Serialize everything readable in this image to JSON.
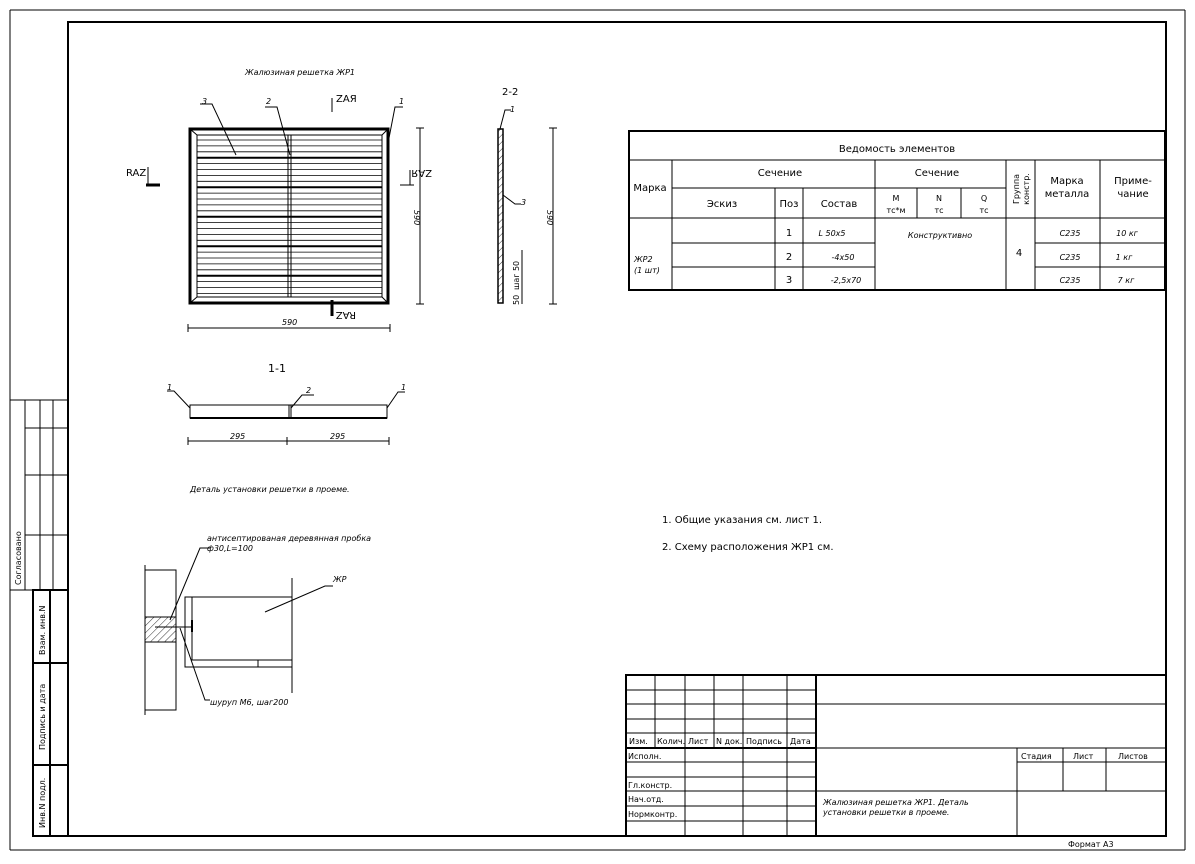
{
  "plan": {
    "title": "Жалюзиная решетка ЖР1",
    "callouts": [
      "1",
      "2",
      "3"
    ],
    "section_marks": [
      "RAZ",
      "ZAЯ",
      "ZAЯ",
      "RAZ"
    ],
    "dim_width": "590",
    "dim_height": "590"
  },
  "section22": {
    "title": "2-2",
    "callouts": [
      "1",
      "3"
    ],
    "dim_height": "590",
    "dim_step": "шаг 50",
    "dim_bottom": "50"
  },
  "section11": {
    "title": "1-1",
    "callouts": [
      "1",
      "2",
      "1"
    ],
    "dim_left": "295",
    "dim_right": "295"
  },
  "detail": {
    "title": "Деталь установки решетки в проеме.",
    "plug_label": "антисептированая деревянная пробка",
    "plug_size": "ф30,L=100",
    "screw_label": "шуруп М6, шаг200",
    "jr_label": "ЖР"
  },
  "table": {
    "title": "Ведомость элементов",
    "headers": {
      "mark": "Марка",
      "section1": "Сечение",
      "sketch": "Эскиз",
      "pos": "Поз",
      "composition": "Состав",
      "section2": "Сечение",
      "m": "М",
      "m_unit": "тс*м",
      "n": "N",
      "n_unit": "тс",
      "q": "Q",
      "q_unit": "тс",
      "group1": "Группа",
      "group2": "констр.",
      "metal1": "Марка",
      "metal2": "металла",
      "note1": "Приме-",
      "note2": "чание"
    },
    "mark_value1": "ЖР2",
    "mark_value2": "(1 шт)",
    "forces_value": "Конструктивно",
    "group_value": "4",
    "rows": [
      {
        "pos": "1",
        "composition": "L 50x5",
        "metal": "С235",
        "note": "10 кг"
      },
      {
        "pos": "2",
        "composition": "-4x50",
        "metal": "С235",
        "note": "1 кг"
      },
      {
        "pos": "3",
        "composition": "-2,5x70",
        "metal": "С235",
        "note": "7 кг"
      }
    ]
  },
  "notes": [
    "1. Общие указания см. лист 1.",
    "2. Схему расположения ЖР1 см."
  ],
  "stamp": {
    "cols": [
      "Изм.",
      "Колич.",
      "Лист",
      "N док.",
      "Подпись",
      "Дата"
    ],
    "roles": [
      "Исполн.",
      "",
      "Гл.констр.",
      "Нач.отд.",
      "Нормконтр."
    ],
    "stage": "Стадия",
    "sheet": "Лист",
    "sheets": "Листов",
    "title1": "Жалюзиная решетка ЖР1. Деталь",
    "title2": "установки решетки в проеме.",
    "format": "Формат А3"
  },
  "side_stamp": {
    "agreed": "Согласовано",
    "inv_replace": "Взам. инв.N",
    "sign_date": "Подпись и дата",
    "inv_orig": "Инв.N подл."
  }
}
